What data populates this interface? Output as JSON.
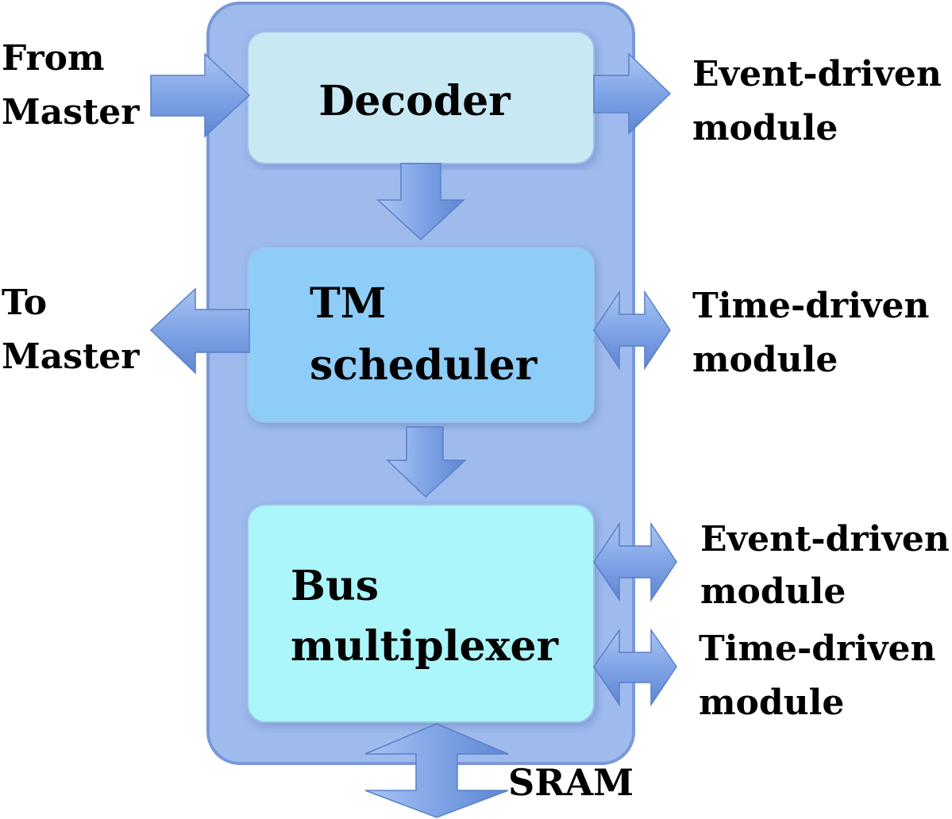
{
  "container": {
    "fill": "#9fbbee",
    "edge": "#7a98d8"
  },
  "blocks": [
    {
      "id": "decoder",
      "lines": [
        "Decoder"
      ],
      "fill": "#c8e8f4"
    },
    {
      "id": "tm-scheduler",
      "lines": [
        "TM",
        "scheduler"
      ],
      "fill": "#8ecdf8"
    },
    {
      "id": "bus-multiplexer",
      "lines": [
        "Bus",
        "multiplexer"
      ],
      "fill": "#aaf6fa"
    }
  ],
  "side_labels": {
    "from_master": [
      "From",
      "Master"
    ],
    "to_master": [
      "To",
      "Master"
    ],
    "decoder_out": [
      "Event-driven",
      "module"
    ],
    "scheduler_io": [
      "Time-driven",
      "module"
    ],
    "mux_event": [
      "Event-driven",
      "module"
    ],
    "mux_time": [
      "Time-driven",
      "module"
    ],
    "sram": "SRAM"
  },
  "arrow_color": "#7fa4e6"
}
